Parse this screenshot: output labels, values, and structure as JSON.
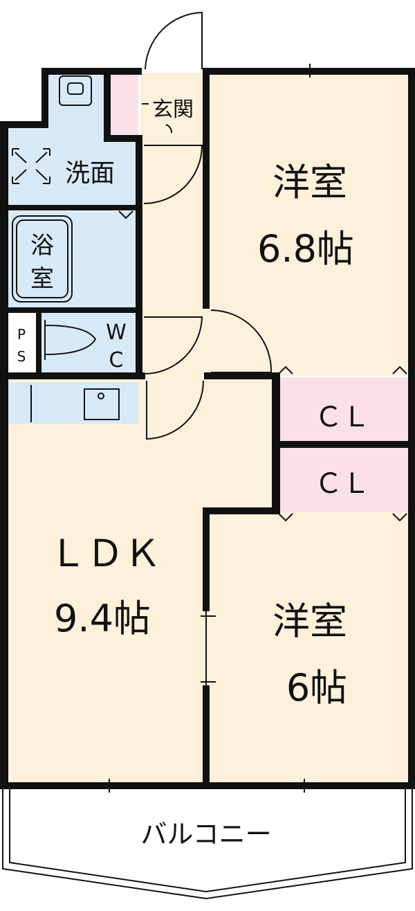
{
  "colors": {
    "wall": "#111111",
    "wet_area": "#d8e9f8",
    "living_area": "#fdf1dc",
    "closet": "#fbe1e7",
    "balcony": "#ffffff"
  },
  "rooms": {
    "western_room_top": {
      "name": "洋室",
      "size": "6.8帖"
    },
    "western_room_bottom": {
      "name": "洋室",
      "size": "6帖"
    },
    "ldk": {
      "name": "ＬＤＫ",
      "size": "9.4帖"
    },
    "closet_1": {
      "name": "ＣＬ"
    },
    "closet_2": {
      "name": "ＣＬ"
    },
    "entrance": {
      "name": "玄関"
    },
    "washroom": {
      "name": "洗面"
    },
    "bath": {
      "line1": "浴",
      "line2": "室"
    },
    "toilet": {
      "line1": "W",
      "line2": "C"
    },
    "pipe_space": {
      "line1": "P",
      "line2": "S"
    },
    "balcony": {
      "name": "バルコニー"
    }
  }
}
